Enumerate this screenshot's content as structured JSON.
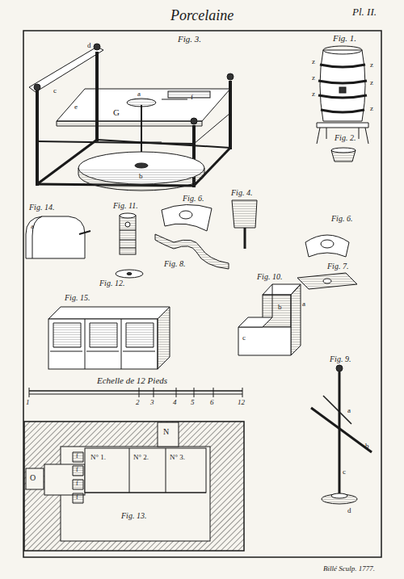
{
  "diagram": {
    "title": "Porcelaine",
    "labels": [
      "Pl. II.",
      "Fig. 3.",
      "Fig. 1.",
      "Fig. 2.",
      "Fig. 14.",
      "Fig. 11.",
      "Fig. 6.",
      "Fig. 4.",
      "Fig. 6.",
      "Fig. 8.",
      "Fig. 12.",
      "Fig. 7.",
      "Fig. 15.",
      "Fig. 10.",
      "Fig. 9.",
      "Echelle de 12 Pieds",
      "1",
      "2",
      "3",
      "4",
      "5",
      "6",
      "12",
      "Fig. 13.",
      "N° 1.",
      "N° 2.",
      "N° 3.",
      "N",
      "O",
      "d",
      "c",
      "e",
      "a",
      "f",
      "G",
      "b",
      "z",
      "z",
      "z",
      "z",
      "z",
      "z",
      "a",
      "a",
      "b",
      "c",
      "a",
      "b",
      "c",
      "d",
      "f",
      "f",
      "f",
      "f",
      "Billé Sculp. 1777."
    ]
  }
}
